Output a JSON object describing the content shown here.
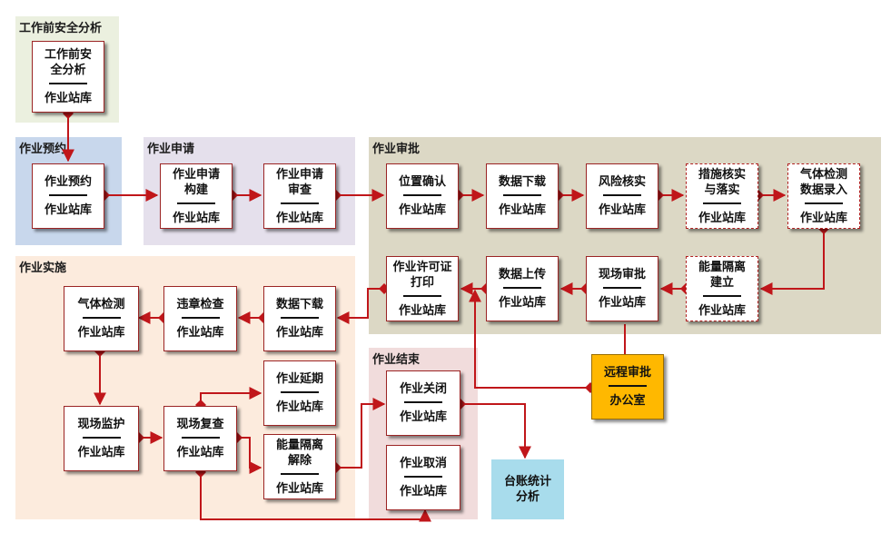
{
  "colors": {
    "region_pre": "#ebf0df",
    "region_reserve": "#c8d7ec",
    "region_apply": "#e5e0ec",
    "region_approve": "#dcd8c5",
    "region_exec": "#fcebdd",
    "region_end": "#f1dcdc",
    "link": "#c0161a",
    "office": "#ffb800",
    "stats": "#a8dcec"
  },
  "regions": {
    "pre": "工作前安全分析",
    "reserve": "作业预约",
    "apply": "作业申请",
    "approve": "作业审批",
    "exec": "作业实施",
    "end": "作业结束"
  },
  "nodes": {
    "jsa": {
      "title": "工作前安全分析",
      "sub": "作业站库"
    },
    "reserve": {
      "title": "作业预约",
      "sub": "作业站库"
    },
    "apply_build": {
      "title": "作业申请构建",
      "sub": "作业站库"
    },
    "apply_review": {
      "title": "作业申请审查",
      "sub": "作业站库"
    },
    "position_confirm": {
      "title": "位置确认",
      "sub": "作业站库"
    },
    "data_download_1": {
      "title": "数据下载",
      "sub": "作业站库"
    },
    "risk_verify": {
      "title": "风险核实",
      "sub": "作业站库"
    },
    "measure_verify": {
      "title": "措施核实与落实",
      "sub": "作业站库"
    },
    "gas_entry": {
      "title": "气体检测数据录入",
      "sub": "作业站库"
    },
    "permit_print": {
      "title": "作业许可证打印",
      "sub": "作业站库"
    },
    "data_upload": {
      "title": "数据上传",
      "sub": "作业站库"
    },
    "site_approve": {
      "title": "现场审批",
      "sub": "作业站库"
    },
    "energy_isolate": {
      "title": "能量隔离建立",
      "sub": "作业站库"
    },
    "remote_approve": {
      "title": "远程审批",
      "sub": "办公室"
    },
    "gas_detect": {
      "title": "气体检测",
      "sub": "作业站库"
    },
    "violation_check": {
      "title": "违章检查",
      "sub": "作业站库"
    },
    "data_download_2": {
      "title": "数据下载",
      "sub": "作业站库"
    },
    "extend": {
      "title": "作业延期",
      "sub": "作业站库"
    },
    "site_monitor": {
      "title": "现场监护",
      "sub": "作业站库"
    },
    "site_recheck": {
      "title": "现场复查",
      "sub": "作业站库"
    },
    "energy_release": {
      "title": "能量隔离解除",
      "sub": "作业站库"
    },
    "close": {
      "title": "作业关闭",
      "sub": "作业站库"
    },
    "cancel": {
      "title": "作业取消",
      "sub": "作业站库"
    },
    "stats": {
      "title": "台账统计分析",
      "sub": ""
    }
  }
}
